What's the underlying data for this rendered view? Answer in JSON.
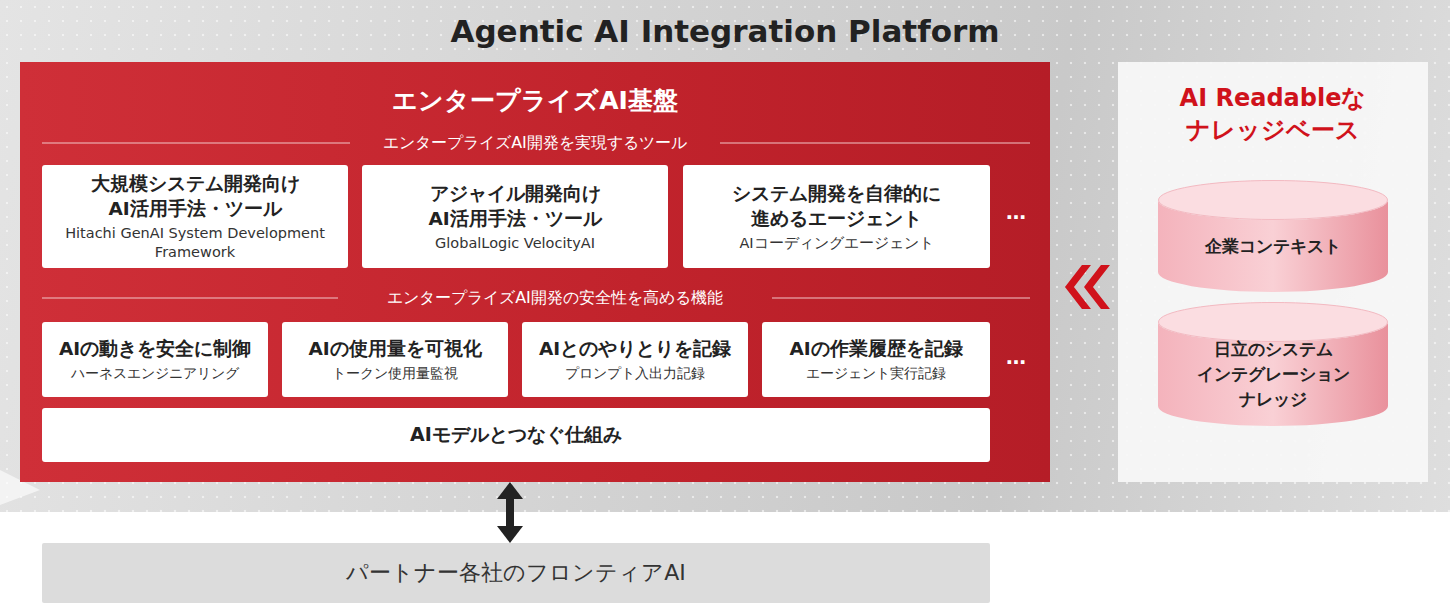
{
  "diagram": {
    "title": "Agentic AI Integration Platform",
    "nodes": [
      {
        "text": [
          "エンタープライズAI基盤"
        ]
      },
      {
        "text": [
          "大規模システム開発向け AI活用手法・ツール",
          "Hitachi GenAI System Development Framework"
        ],
        "in": 0
      },
      {
        "text": [
          "アジャイル開発向け AI活用手法・ツール",
          "GlobalLogic VelocityAI"
        ],
        "in": 0
      },
      {
        "text": [
          "システム開発を自律的に 進めるエージェント",
          "AIコーディングエージェント"
        ],
        "in": 0
      },
      {
        "text": [
          "AIの動きを安全に制御",
          "ハーネスエンジニアリング"
        ],
        "in": 0
      },
      {
        "text": [
          "AIの使用量を可視化",
          "トークン使用量監視"
        ],
        "in": 0
      },
      {
        "text": [
          "AIとのやりとりを記録",
          "プロンプト入出力記録"
        ],
        "in": 0
      },
      {
        "text": [
          "AIの作業履歴を記録",
          "エージェント実行記録"
        ],
        "in": 0
      },
      {
        "text": [
          "AIモデルとつなぐ仕組み"
        ],
        "in": 0
      },
      {
        "text": [
          "パートナー各社のフロンティアAI"
        ]
      },
      {
        "text": [
          "AI Readableな ナレッジベース"
        ]
      },
      {
        "text": [
          "企業コンテキスト"
        ],
        "in": 10
      },
      {
        "text": [
          "日立のシステム インテグレーション ナレッジ"
        ],
        "in": 10
      }
    ],
    "edges": [
      {
        "from": 0,
        "to": 9,
        "arrow": "both"
      },
      {
        "from": 10,
        "to": 0,
        "arrow": "to"
      }
    ],
    "labels": [
      "エンタープライズAI開発を実現するツール",
      "エンタープライズAI開発の安全性を高める機能",
      "…",
      "…"
    ]
  }
}
